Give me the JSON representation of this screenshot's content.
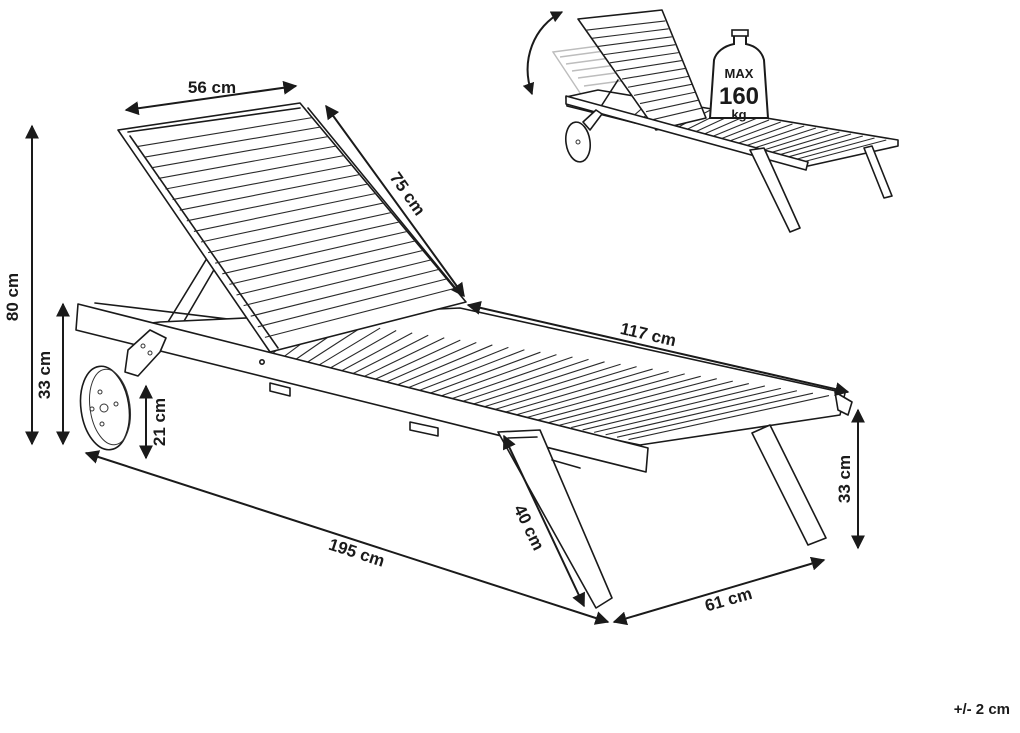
{
  "dimensions": {
    "backrest_width": "56 cm",
    "backrest_length": "75 cm",
    "total_height": "80 cm",
    "frame_height": "33 cm",
    "wheel_height": "21 cm",
    "seat_length": "117 cm",
    "total_length": "195 cm",
    "leg_length": "40 cm",
    "total_width": "61 cm",
    "front_height": "33 cm"
  },
  "weight_badge": {
    "top": "MAX",
    "value": "160",
    "unit": "kg"
  },
  "tolerance": "+/- 2 cm"
}
